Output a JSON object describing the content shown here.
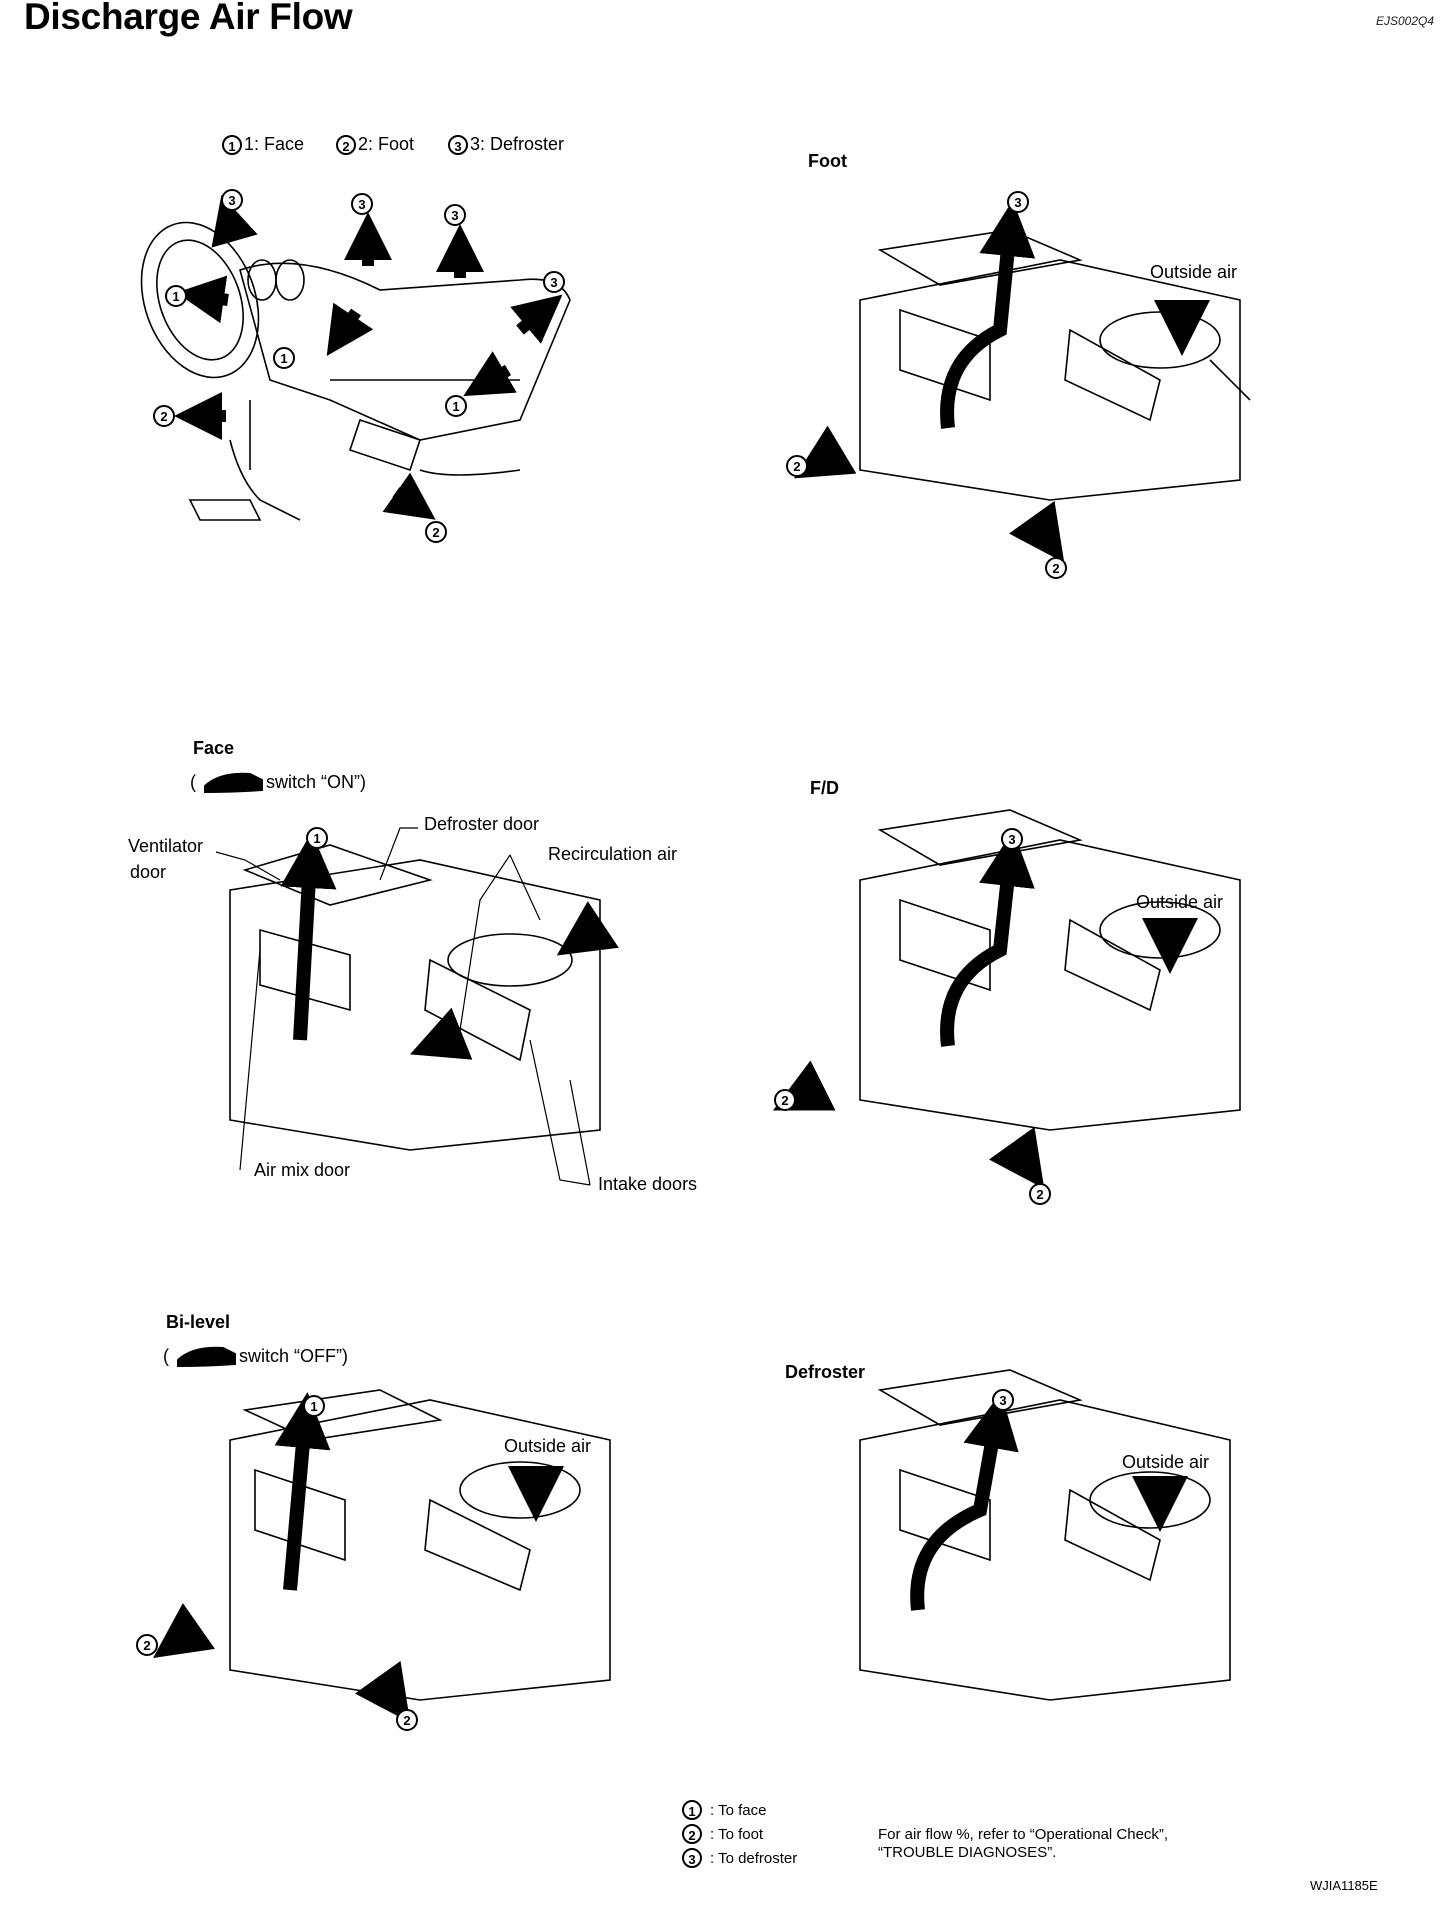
{
  "header": {
    "title": "Discharge Air Flow",
    "code": "EJS002Q4"
  },
  "dashboard_legend": {
    "face": "1: Face",
    "foot": "2: Foot",
    "defroster": "3: Defroster"
  },
  "panels": {
    "foot": {
      "title": "Foot",
      "outside_air": "Outside air"
    },
    "face": {
      "title": "Face",
      "switch_note": "switch “ON”)",
      "defroster_door": "Defroster door",
      "ventilator_door_1": "Ventilator",
      "ventilator_door_2": "door",
      "recirculation_air": "Recirculation air",
      "air_mix_door": "Air mix door",
      "intake_doors": "Intake doors"
    },
    "fd": {
      "title": "F/D",
      "outside_air": "Outside air"
    },
    "bilevel": {
      "title": "Bi-level",
      "switch_note": "switch “OFF”)",
      "outside_air": "Outside air"
    },
    "defroster": {
      "title": "Defroster",
      "outside_air": "Outside air"
    }
  },
  "markers": {
    "one": "1",
    "two": "2",
    "three": "3"
  },
  "footer_legend": {
    "to_face": ": To face",
    "to_foot": ": To foot",
    "to_defroster": ": To defroster",
    "note_line1": "For air flow %, refer to “Operational Check”,",
    "note_line2": "“TROUBLE DIAGNOSES”."
  },
  "figure_code": "WJIA1185E"
}
